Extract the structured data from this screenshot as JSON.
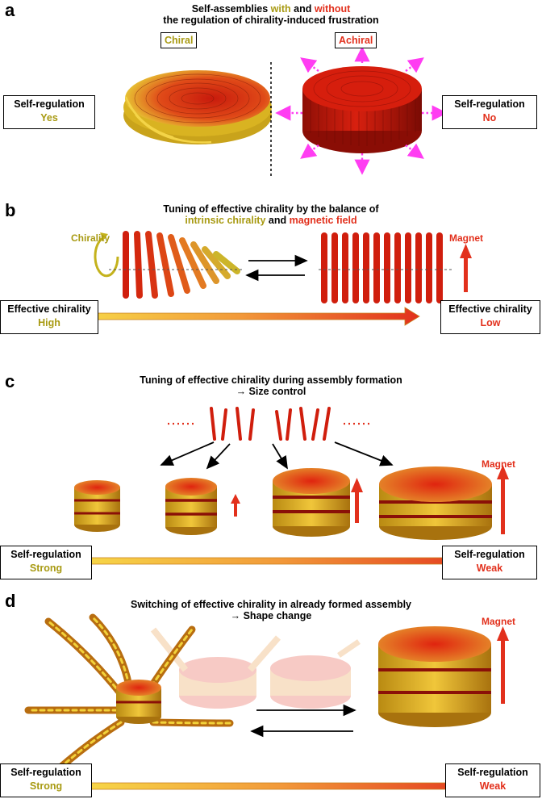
{
  "colors": {
    "olive": "#a89a12",
    "red": "#e2301c",
    "dark_red": "#b5150b",
    "yellow": "#f2d23a"
  },
  "panel_a": {
    "letter": "a",
    "title_line1_pre": "Self-assemblies ",
    "title_with": "with",
    "title_and": " and ",
    "title_without": "without",
    "title_line2": "the regulation of chirality-induced frustration",
    "chiral_tag": "Chiral",
    "achiral_tag": "Achiral",
    "left_box": {
      "label": "Self-regulation",
      "value": "Yes"
    },
    "right_box": {
      "label": "Self-regulation",
      "value": "No"
    }
  },
  "panel_b": {
    "letter": "b",
    "title_line1": "Tuning of effective chirality by the balance of",
    "title_intrinsic": "intrinsic chirality",
    "title_and": " and ",
    "title_magnetic": "magnetic field",
    "chirality_label": "Chirality",
    "magnet_label": "Magnet",
    "left_box": {
      "label": "Effective chirality",
      "value": "High"
    },
    "right_box": {
      "label": "Effective chirality",
      "value": "Low"
    }
  },
  "panel_c": {
    "letter": "c",
    "title_line1": "Tuning of effective chirality during assembly formation",
    "title_line2": "→  Size control",
    "magnet_label": "Magnet",
    "left_box": {
      "label": "Self-regulation",
      "value": "Strong"
    },
    "right_box": {
      "label": "Self-regulation",
      "value": "Weak"
    }
  },
  "panel_d": {
    "letter": "d",
    "title_line1": "Switching of effective chirality in already formed assembly",
    "title_line2": "→  Shape change",
    "magnet_label": "Magnet",
    "left_box": {
      "label": "Self-regulation",
      "value": "Strong"
    },
    "right_box": {
      "label": "Self-regulation",
      "value": "Weak"
    }
  }
}
